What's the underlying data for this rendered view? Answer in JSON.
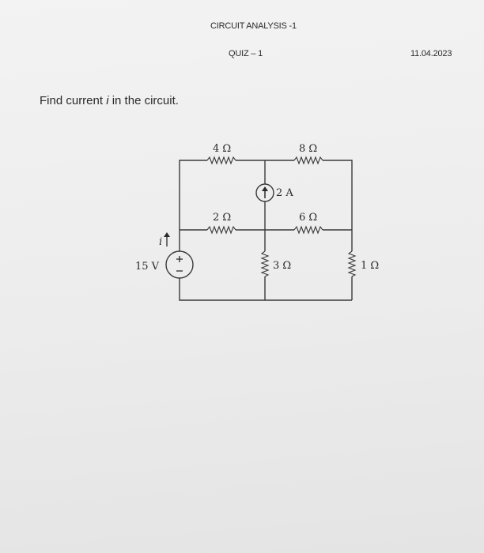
{
  "header": {
    "course_title": "CIRCUIT ANALYSIS -1",
    "quiz": "QUIZ – 1",
    "date": "11.04.2023"
  },
  "question": {
    "before": "Find current ",
    "variable": "i",
    "after": " in the circuit."
  },
  "circuit": {
    "r_top_left": "4 Ω",
    "r_top_right": "8 Ω",
    "current_source": "2 A",
    "r_mid_left": "2 Ω",
    "r_mid_right": "6 Ω",
    "voltage_source": "15 V",
    "current_label": "i",
    "r_vertical_mid": "3 Ω",
    "r_vertical_right": "1 Ω"
  }
}
